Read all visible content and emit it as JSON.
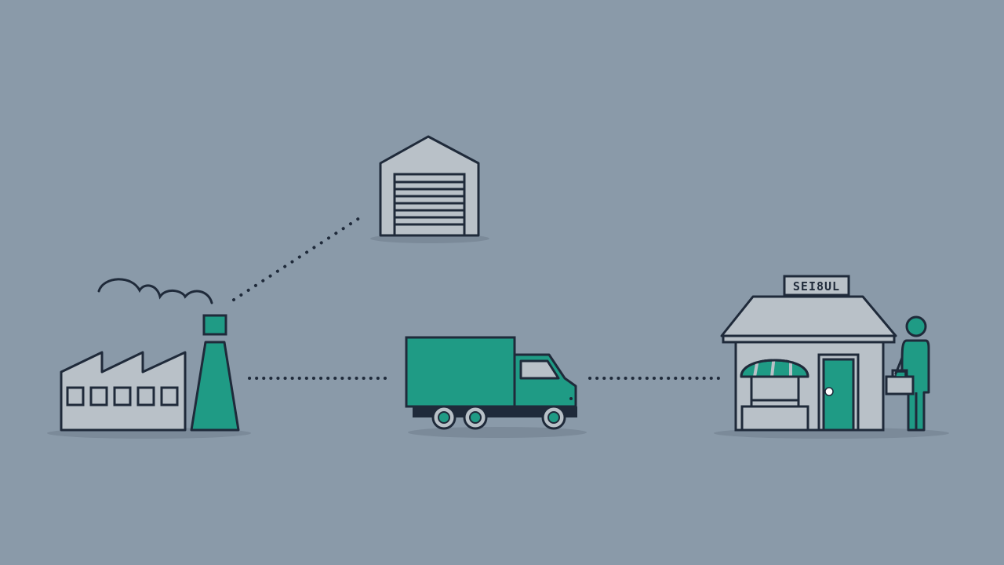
{
  "scene": {
    "background_color": "#8a9aa9",
    "accent_color": "#1f9b85",
    "outline_color": "#1f2a3a",
    "building_fill": "#b9c1c8",
    "shadow_color": "#7b8a99"
  },
  "nodes": [
    {
      "id": "factory",
      "icon": "factory-icon"
    },
    {
      "id": "warehouse",
      "icon": "warehouse-icon"
    },
    {
      "id": "truck",
      "icon": "delivery-truck-icon"
    },
    {
      "id": "store",
      "icon": "retail-store-icon",
      "sign_text": "SEI8UL"
    },
    {
      "id": "customer",
      "icon": "person-icon"
    }
  ],
  "connections": [
    {
      "from": "factory",
      "to": "warehouse",
      "style": "dotted"
    },
    {
      "from": "factory",
      "to": "truck",
      "style": "dotted"
    },
    {
      "from": "truck",
      "to": "store",
      "style": "dotted"
    }
  ]
}
